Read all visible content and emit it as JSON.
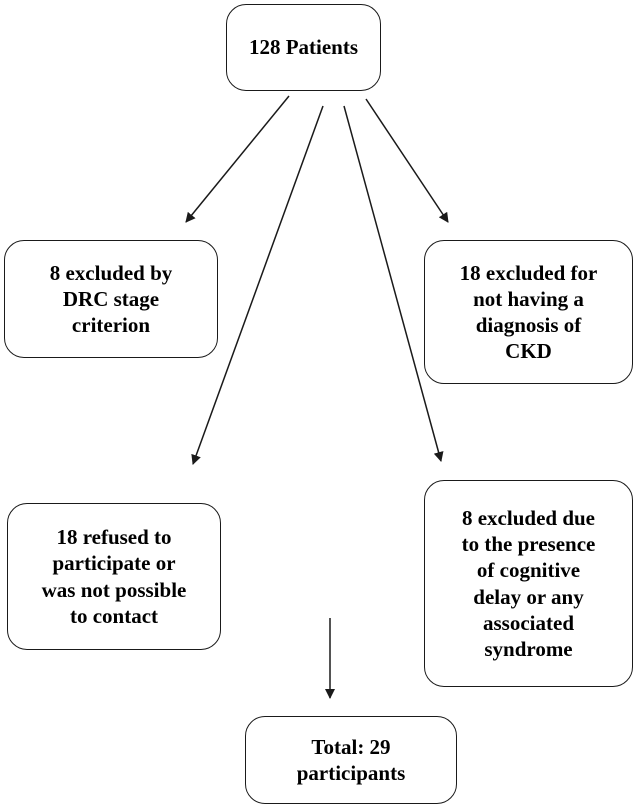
{
  "flowchart": {
    "top_box": "128 Patients",
    "excluded_drc": "8 excluded by\nDRC stage\ncriterion",
    "excluded_ckd": "18 excluded for\nnot having a\ndiagnosis of\nCKD",
    "refused": "18 refused to\nparticipate or\nwas not possible\nto contact",
    "excluded_cognitive": "8 excluded due\nto the presence\nof cognitive\ndelay or any\nassociated\nsyndrome",
    "total": "Total: 29\nparticipants"
  },
  "colors": {
    "stroke": "#1a1a1a",
    "background": "#ffffff",
    "text": "#000000"
  }
}
